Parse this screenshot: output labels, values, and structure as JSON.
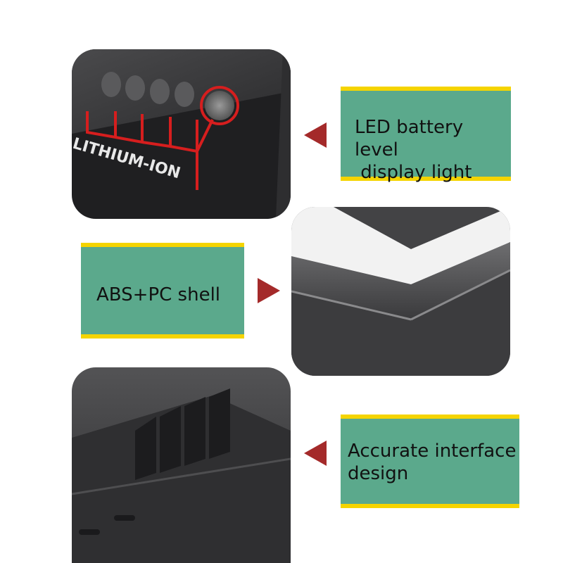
{
  "features": [
    {
      "title_line1": "LED battery level",
      "title_line2": " display light",
      "photo": "led-indicator-photo",
      "arrow": "left"
    },
    {
      "title_line1": "ABS+PC shell",
      "title_line2": "",
      "photo": "shell-edge-photo",
      "arrow": "right"
    },
    {
      "title_line1": "Accurate interface",
      "title_line2": "design",
      "photo": "connector-photo",
      "arrow": "left"
    }
  ],
  "battery_print": "LITHIUM-ION",
  "colors": {
    "box": "#5ba98c",
    "stripe": "#f5d400",
    "arrow": "#a42a2a",
    "led_red": "#d61e1e"
  }
}
